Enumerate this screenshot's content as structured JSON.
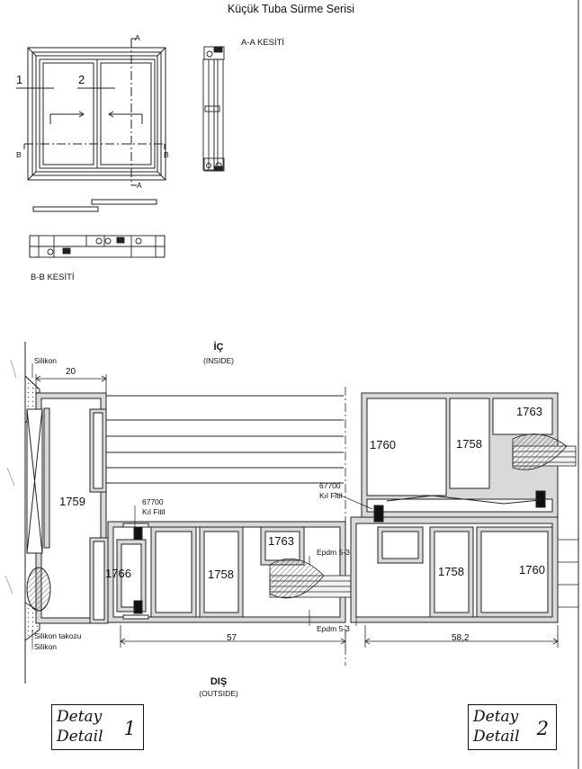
{
  "title": "Küçük Tuba Sürme Serisi",
  "elevation": {
    "leaf_1": "1",
    "leaf_2": "2",
    "mark_a_top": "A",
    "mark_a_bottom": "A",
    "mark_b_left": "B",
    "mark_b_right": "B"
  },
  "section_aa_label": "A-A KESİTİ",
  "section_bb_label": "B-B KESİTİ",
  "inside": {
    "label": "İÇ",
    "sub": "(INSIDE)"
  },
  "outside": {
    "label": "DIŞ",
    "sub": "(OUTSIDE)"
  },
  "annotations": {
    "silikon_top": "Silikon",
    "silikon_takozu": "Silikon takozu",
    "silikon_bottom": "Silikon",
    "kil_fitil_left_code": "67700",
    "kil_fitil_left": "Kıl Fitil",
    "kil_fitil_right_code": "67700",
    "kil_fitil_right": "Kıl Fitil",
    "epdm_top": "Epdm 5-3",
    "epdm_bottom": "Epdm 5-3"
  },
  "profiles": {
    "frame_outer": "1759",
    "interlock_left": "1766",
    "sash_left_mid": "1758",
    "sash_left_small": "1763",
    "sash_top_left": "1760",
    "sash_top_mid": "1758",
    "sash_top_small": "1763",
    "sash_right_mid": "1758",
    "sash_right_big": "1760"
  },
  "dimensions": {
    "frame_width": "20",
    "left_sash": "57",
    "right_sash": "58,2"
  },
  "details": [
    {
      "line1": "Detay",
      "line2": "Detail",
      "number": "1"
    },
    {
      "line1": "Detay",
      "line2": "Detail",
      "number": "2"
    }
  ]
}
